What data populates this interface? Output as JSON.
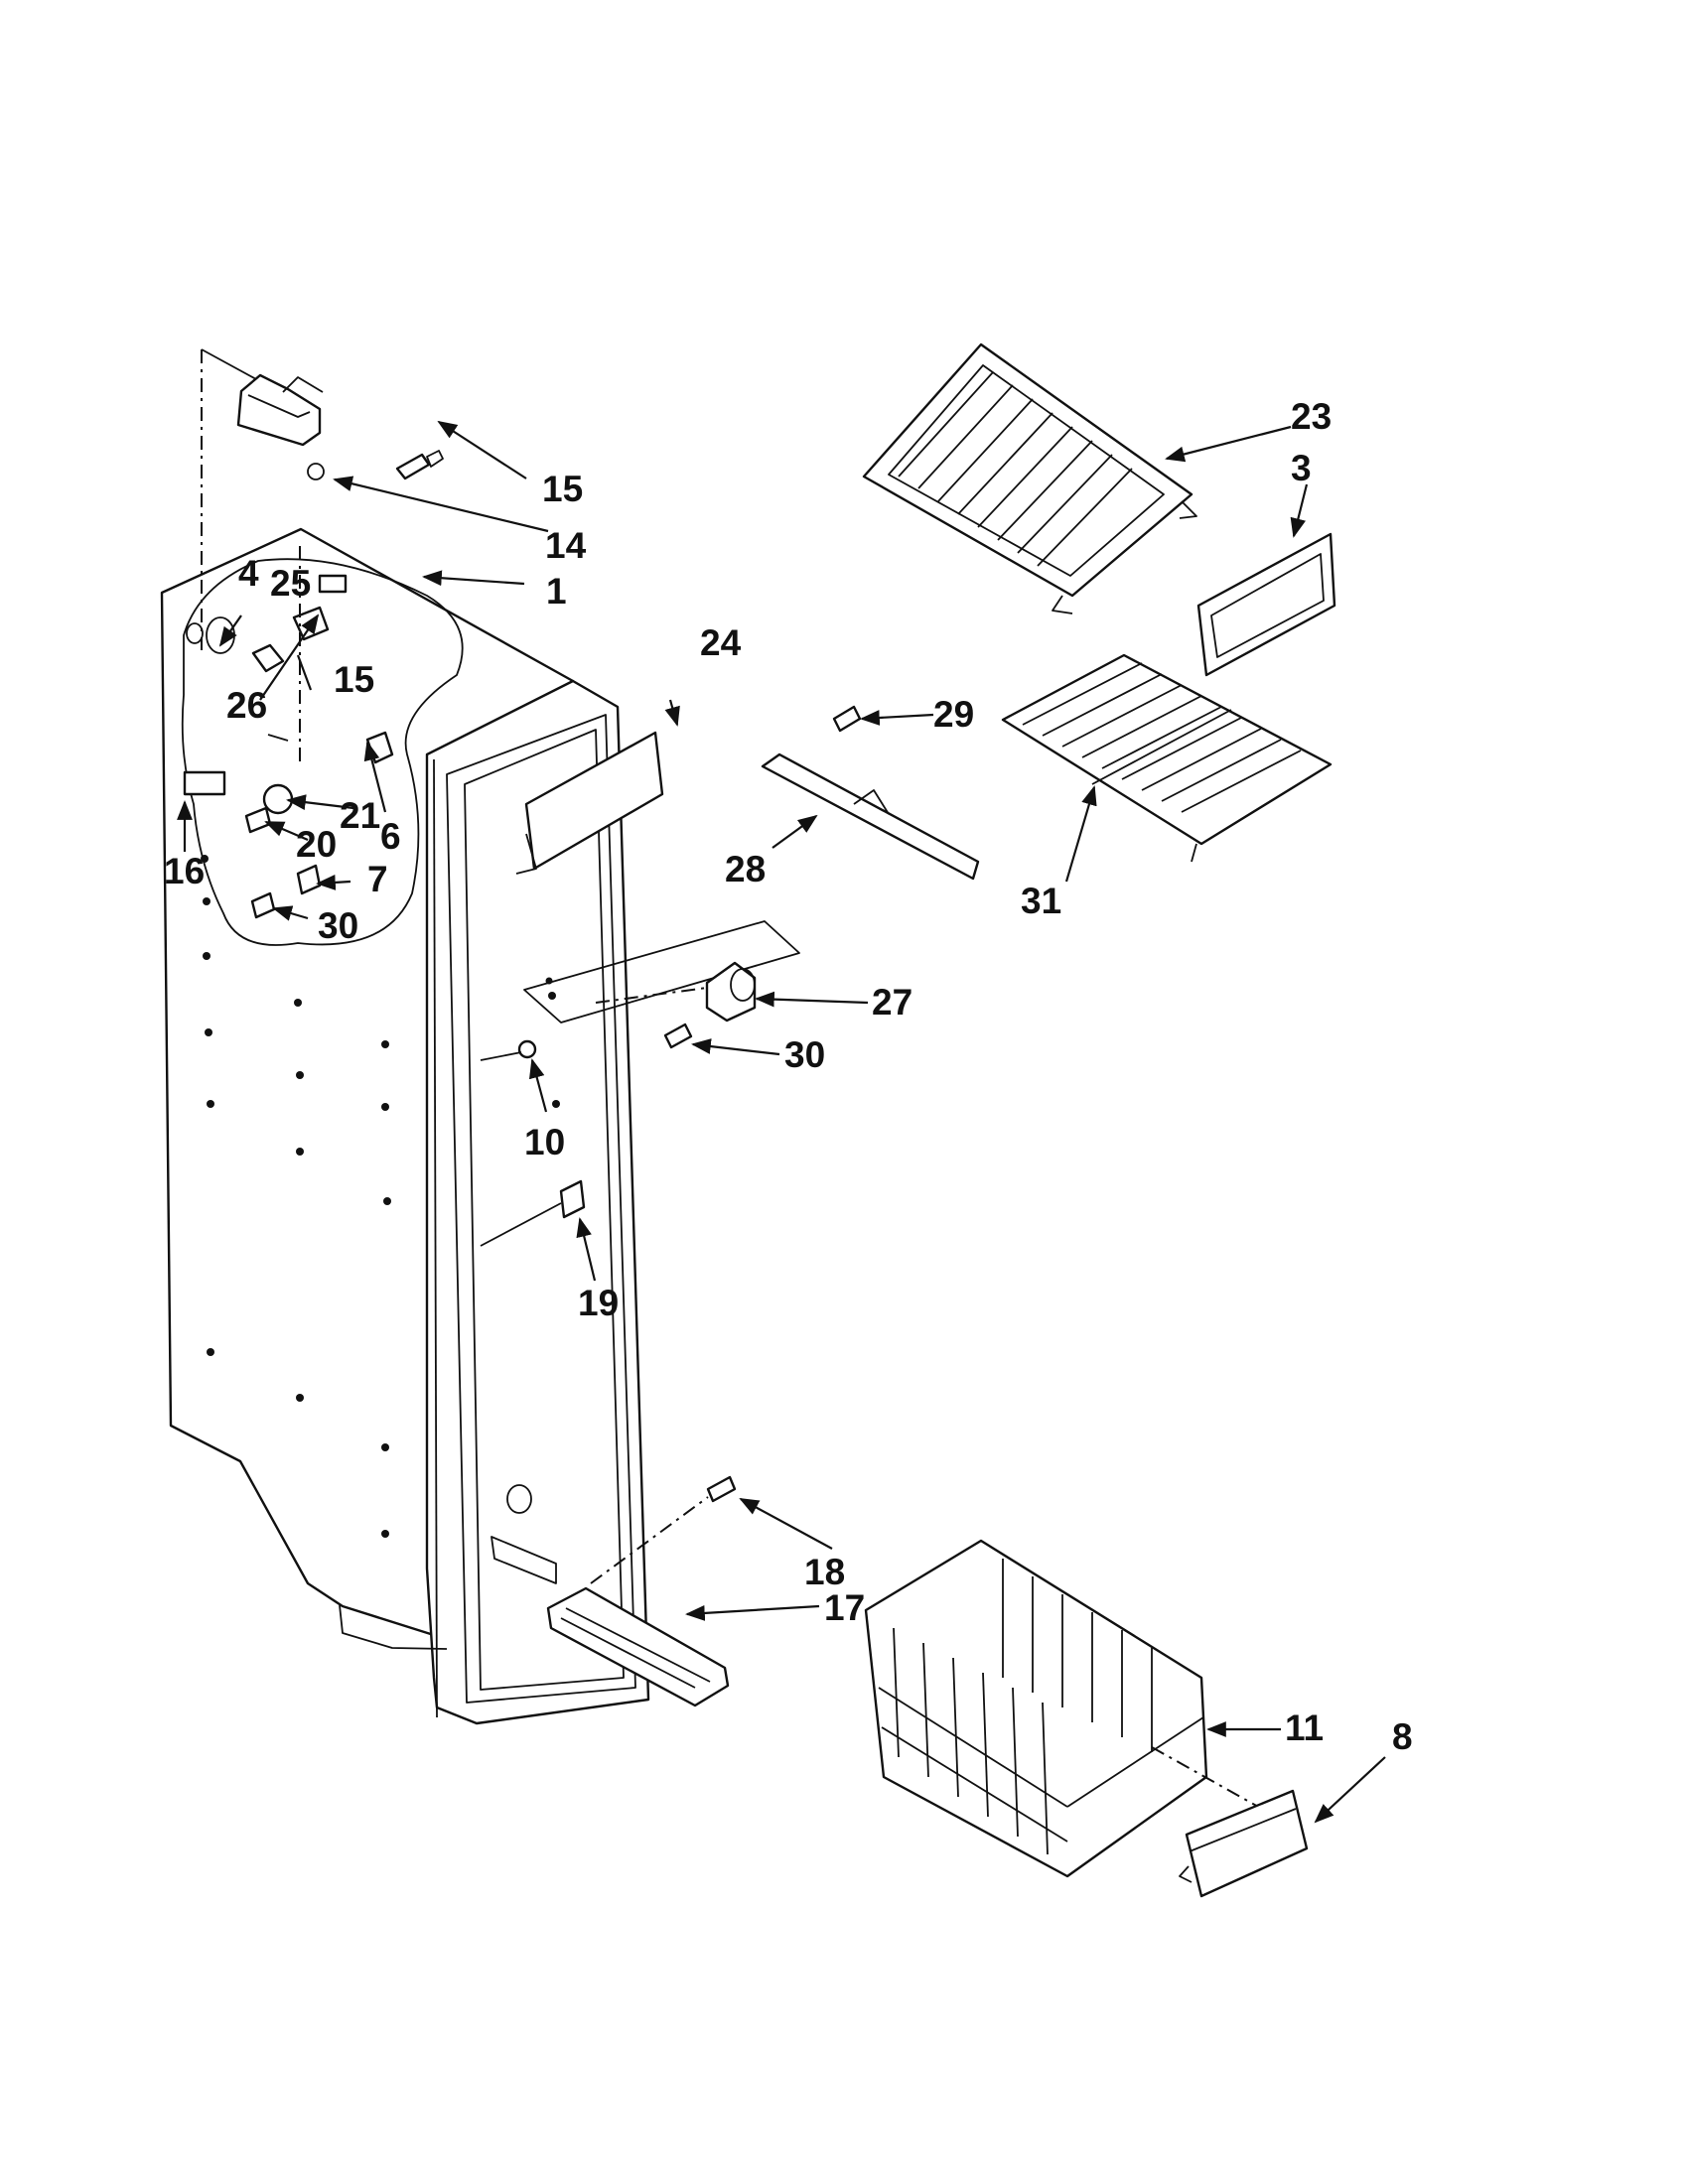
{
  "callouts": {
    "c1": "1",
    "c3": "3",
    "c4": "4",
    "c6": "6",
    "c7": "7",
    "c8": "8",
    "c10": "10",
    "c11": "11",
    "c14": "14",
    "c15a": "15",
    "c15b": "15",
    "c16": "16",
    "c17": "17",
    "c18": "18",
    "c19": "19",
    "c20": "20",
    "c21": "21",
    "c23": "23",
    "c24": "24",
    "c25": "25",
    "c26": "26",
    "c27": "27",
    "c28": "28",
    "c29": "29",
    "c30a": "30",
    "c30b": "30",
    "c31": "31"
  }
}
